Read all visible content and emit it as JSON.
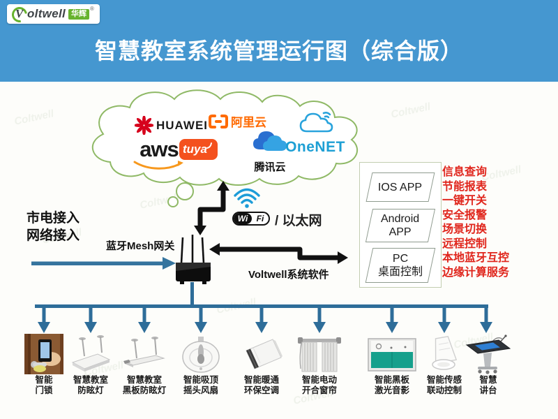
{
  "watermark": {
    "text": "Coltwell"
  },
  "brand": {
    "initial": "V",
    "name": "oltwell",
    "badge": "华辉",
    "registered": "®"
  },
  "header": {
    "title": "智慧教室系统管理运行图（综合版）"
  },
  "cloud": {
    "huawei": {
      "label": "HUAWEI"
    },
    "aliyun": {
      "label": "阿里云"
    },
    "aws": {
      "label": "aws"
    },
    "tuya": {
      "label": "tuya"
    },
    "tencent": {
      "label": "腾讯云"
    },
    "onenet": {
      "label": "OneNET"
    }
  },
  "network": {
    "power_line1": "市电接入",
    "power_line2": "网络接入",
    "gateway_label": "蓝牙Mesh网关",
    "wifi_badge_left": "Wi",
    "wifi_badge_right": "Fi",
    "ethernet_label": "/ 以太网",
    "software_label": "Voltwell系统软件"
  },
  "right_panel": {
    "apps": [
      {
        "line1": "IOS APP",
        "line2": ""
      },
      {
        "line1": "Android",
        "line2": "APP"
      },
      {
        "line1": "PC",
        "line2": "桌面控制"
      }
    ],
    "features": [
      "信息查询",
      "节能报表",
      "一键开关",
      "安全报警",
      "场景切换",
      "远程控制",
      "本地蓝牙互控",
      "边缘计算服务"
    ]
  },
  "devices": [
    {
      "icon": "door-lock",
      "line1": "智能",
      "line2": "门锁"
    },
    {
      "icon": "panel-light",
      "line1": "智慧教室",
      "line2": "防眩灯"
    },
    {
      "icon": "blackboard-light",
      "line1": "智慧教室",
      "line2": "黑板防眩灯"
    },
    {
      "icon": "ceiling-fan",
      "line1": "智能吸顶",
      "line2": "摇头风扇"
    },
    {
      "icon": "hvac-ac",
      "line1": "智能暖通",
      "line2": "环保空调"
    },
    {
      "icon": "curtain",
      "line1": "智能电动",
      "line2": "开合窗帘"
    },
    {
      "icon": "laser-board",
      "line1": "智能黑板",
      "line2": "激光音影"
    },
    {
      "icon": "sensor",
      "line1": "智能传感",
      "line2": "联动控制"
    },
    {
      "icon": "podium",
      "line1": "智慧",
      "line2": "讲台"
    }
  ],
  "colors": {
    "header_bg": "#4597d0",
    "arrow_blue": "#2e6d99",
    "red_text": "#e0251c",
    "cloud_green": "#8fb966",
    "brand_green": "#67b32e",
    "tuya_orange": "#f4511e",
    "aliyun_orange": "#ff6a00",
    "onenet_blue": "#1d9fd4",
    "black_arrow": "#111111"
  }
}
